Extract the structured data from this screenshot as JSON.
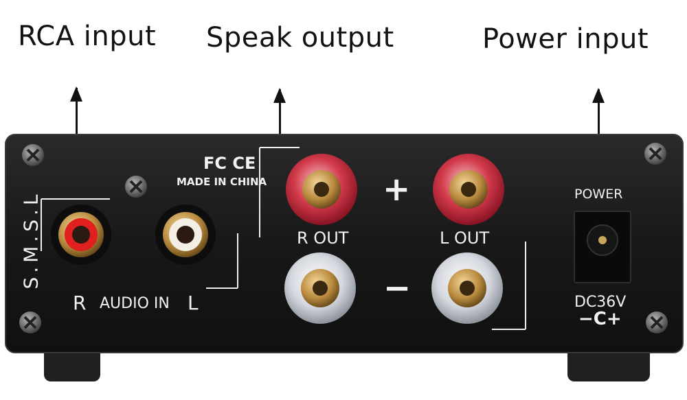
{
  "callouts": {
    "rca": "RCA input",
    "speak": "Speak output",
    "power": "Power input"
  },
  "panel": {
    "brand": "S.M.S.L",
    "cert": "FC CE",
    "made_in": "MADE IN CHINA",
    "audio_r": "R",
    "audio_in": "AUDIO IN",
    "audio_l": "L",
    "plus": "+",
    "minus": "−",
    "r_out": "R OUT",
    "l_out": "L OUT",
    "power": "POWER",
    "voltage": "DC36V",
    "polarity": "−C+"
  },
  "colors": {
    "panel": "#1b1b1b",
    "red_post": "#c42a3a",
    "clear_post": "#c9ccd2",
    "brass": "#b98a3e"
  }
}
